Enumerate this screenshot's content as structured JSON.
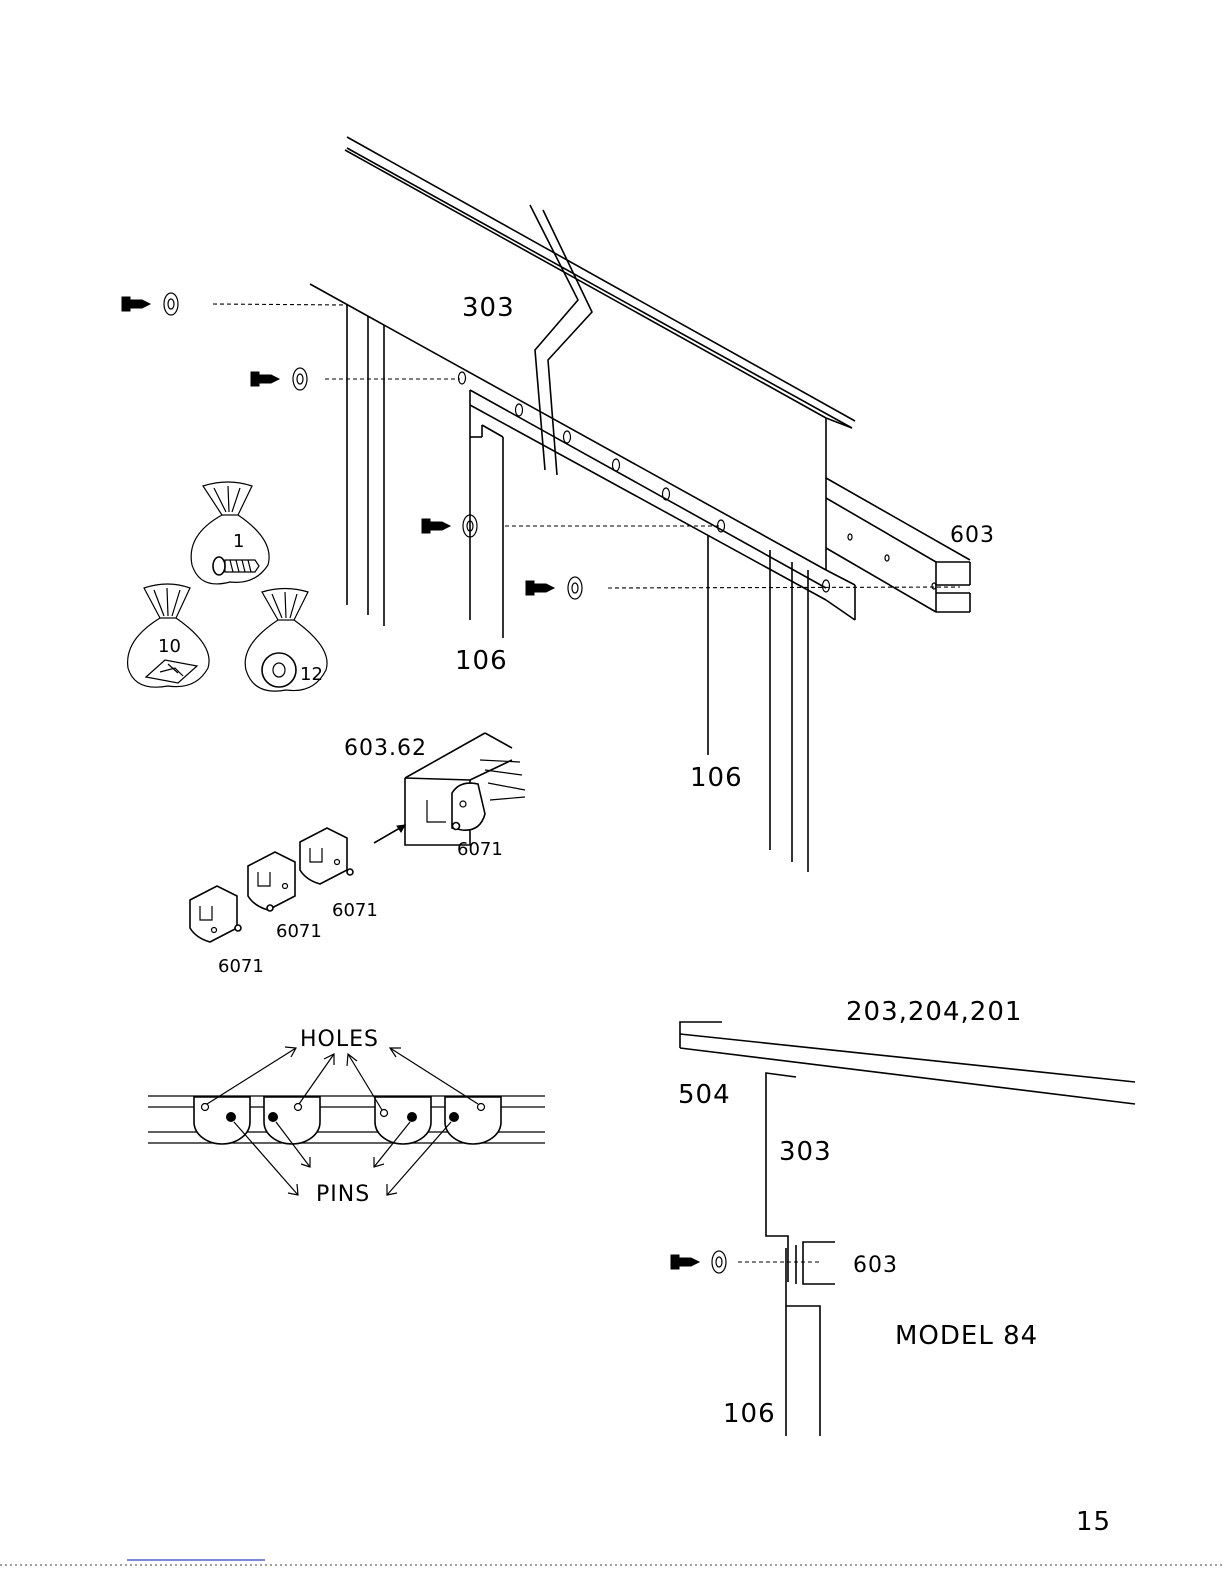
{
  "labels": {
    "part_303_top": "303",
    "part_603_right": "603",
    "part_106_left": "106",
    "part_106_right": "106",
    "bag_1": "1",
    "bag_10": "10",
    "bag_12": "12",
    "part_603_62": "603.62",
    "clip_6071_a": "6071",
    "clip_6071_b": "6071",
    "clip_6071_c": "6071",
    "clip_6071_d": "6071",
    "holes": "HOLES",
    "pins": "PINS",
    "section_parts": "203,204,201",
    "part_504": "504",
    "part_303_section": "303",
    "part_603_section": "603",
    "model": "MODEL  84",
    "part_106_section": "106"
  },
  "page": {
    "number": "15"
  }
}
